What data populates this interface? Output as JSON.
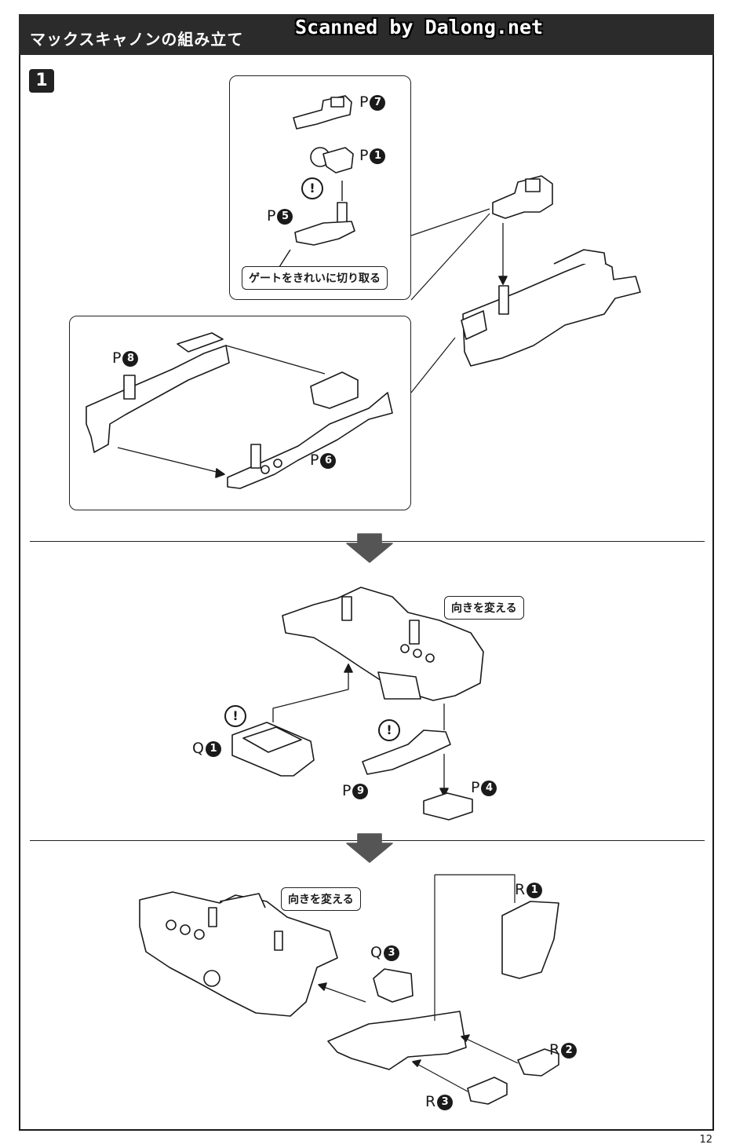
{
  "header": {
    "title": "マックスキャノンの組み立て",
    "watermark": "Scanned by Dalong.net"
  },
  "step": {
    "number": "1"
  },
  "labels": {
    "p7": "P",
    "p7_num": "7",
    "p1": "P",
    "p1_num": "1",
    "p5": "P",
    "p5_num": "5",
    "p8": "P",
    "p8_num": "8",
    "p6": "P",
    "p6_num": "6",
    "q1": "Q",
    "q1_num": "1",
    "p9": "P",
    "p9_num": "9",
    "p4": "P",
    "p4_num": "4",
    "r1": "R",
    "r1_num": "1",
    "q3": "Q",
    "q3_num": "3",
    "r2": "R",
    "r2_num": "2",
    "r3": "R",
    "r3_num": "3"
  },
  "notes": {
    "gate_note": "ゲートをきれいに切り取る",
    "turn_note_1": "向きを変える",
    "turn_note_2": "向きを変える",
    "warning_mark": "!"
  },
  "footer": {
    "page_number": "12"
  }
}
